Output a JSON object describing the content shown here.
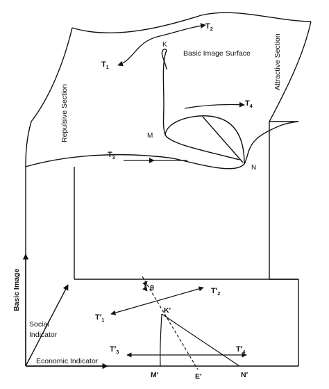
{
  "surface": {
    "title": "Basic Image Surface",
    "left_section": "Repulsive  Section",
    "right_section": "Attractive  Section"
  },
  "fold": {
    "point_k": "K",
    "point_m": "M",
    "point_n": "N"
  },
  "trajectories": {
    "t1": {
      "letter": "T",
      "subscript": "1"
    },
    "t2": {
      "letter": "T",
      "subscript": "2"
    },
    "t3": {
      "letter": "T",
      "subscript": "3"
    },
    "t4": {
      "letter": "T",
      "subscript": "4"
    }
  },
  "projection": {
    "theta": "θ",
    "k_prime": "K′",
    "m_prime": "M′",
    "n_prime": "N′",
    "e_prime": "E′",
    "t1": {
      "letter": "T′",
      "subscript": "1"
    },
    "t2": {
      "letter": "T′",
      "subscript": "2"
    },
    "t3": {
      "letter": "T′",
      "subscript": "3"
    },
    "t4": {
      "letter": "T′",
      "subscript": "4"
    }
  },
  "axes": {
    "vertical": "Basic Image",
    "depth_line1": "Social",
    "depth_line2": "Indicator",
    "horizontal": "Economic Indicator"
  }
}
